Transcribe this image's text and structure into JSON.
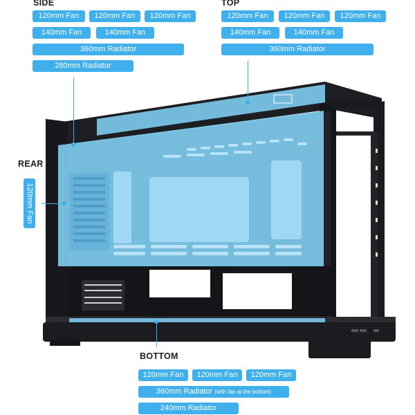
{
  "side": {
    "heading": "SIDE",
    "labels": [
      "120mm Fan",
      "120mm Fan",
      "120mm Fan",
      "140mm Fan",
      "140mm Fan",
      "360mm Radiator",
      "280mm Radiator"
    ]
  },
  "top": {
    "heading": "TOP",
    "labels": [
      "120mm Fan",
      "120mm Fan",
      "120mm Fan",
      "140mm Fan",
      "140mm Fan",
      "360mm Radiator"
    ]
  },
  "rear": {
    "heading": "REAR",
    "labels": [
      "120mm Fan"
    ]
  },
  "bottom": {
    "heading": "BOTTOM",
    "labels": [
      "120mm Fan",
      "120mm Fan",
      "120mm Fan"
    ],
    "radiator_360": "360mm Radiator",
    "radiator_360_note": "(with fan at the bottom)",
    "radiator_240": "240mm Radiator"
  },
  "colors": {
    "accent": "#3fb0eb",
    "highlight_fill": "#7cc8ec",
    "case_body": "#1c1e21",
    "background": "#ffffff"
  },
  "icons": [
    "pc-case-illustration"
  ]
}
